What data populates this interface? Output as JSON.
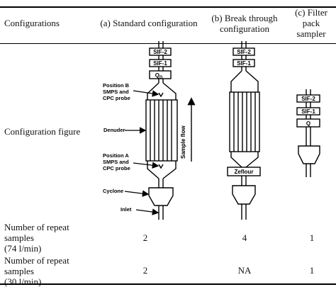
{
  "table": {
    "header": {
      "configurations": "Configurations",
      "col_a": "(a) Standard configuration",
      "col_b": [
        "(b) Break through",
        "configuration"
      ],
      "col_c": [
        "(c) Filter",
        "pack",
        "sampler"
      ]
    },
    "rows": {
      "figure_label": "Configuration figure",
      "repeat74_label": [
        "Number of repeat",
        "samples",
        "(74 l/min)"
      ],
      "repeat74_values": [
        "2",
        "4",
        "1"
      ],
      "repeat30_label": [
        "Number of repeat",
        "samples",
        "(30 l/min)"
      ],
      "repeat30_values": [
        "2",
        "NA",
        "1"
      ]
    }
  },
  "figure": {
    "a": {
      "sif2": "SIF-2",
      "sif1": "SIF-1",
      "qd": "Q",
      "qd_sub": "D",
      "posB": [
        "Position B",
        "SMPS and",
        "CPC probe"
      ],
      "denuder": "Denuder",
      "posA": [
        "Position A",
        "SMPS and",
        "CPC probe"
      ],
      "cyclone": "Cyclone",
      "inlet": "Inlet",
      "sample_flow": "Sample flow"
    },
    "b": {
      "sif2": "SIF-2",
      "sif1": "SIF-1",
      "zeflour": "Zeflour"
    },
    "c": {
      "sif2": "SIF-2",
      "sif1": "SIF-1",
      "q": "Q"
    }
  }
}
